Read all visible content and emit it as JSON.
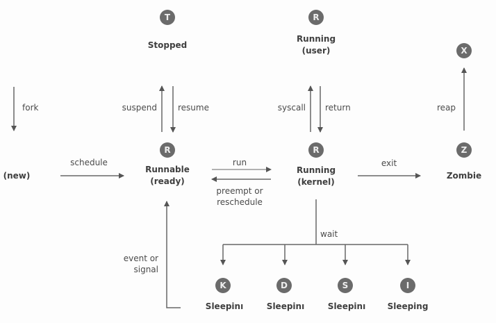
{
  "states": {
    "stopped": {
      "badge": "T",
      "label": "Stopped"
    },
    "running_user": {
      "badge": "R",
      "label1": "Running",
      "label2": "(user)"
    },
    "dead": {
      "badge": "X"
    },
    "new": {
      "label": "(new)"
    },
    "runnable": {
      "badge": "R",
      "label1": "Runnable",
      "label2": "(ready)"
    },
    "running_kernel": {
      "badge": "R",
      "label1": "Running",
      "label2": "(kernel)"
    },
    "zombie": {
      "badge": "Z",
      "label": "Zombie"
    },
    "sleep_k": {
      "badge": "K",
      "label": "Sleepinı"
    },
    "sleep_d": {
      "badge": "D",
      "label": "Sleepinı"
    },
    "sleep_s": {
      "badge": "S",
      "label": "Sleepinı"
    },
    "sleep_i": {
      "badge": "I",
      "label": "Sleeping"
    }
  },
  "transitions": {
    "fork": "fork",
    "suspend": "suspend",
    "resume": "resume",
    "syscall": "syscall",
    "return": "return",
    "reap": "reap",
    "schedule": "schedule",
    "run": "run",
    "preempt1": "preempt or",
    "preempt2": "reschedule",
    "exit": "exit",
    "wait": "wait",
    "event1": "event or",
    "event2": "signal"
  }
}
